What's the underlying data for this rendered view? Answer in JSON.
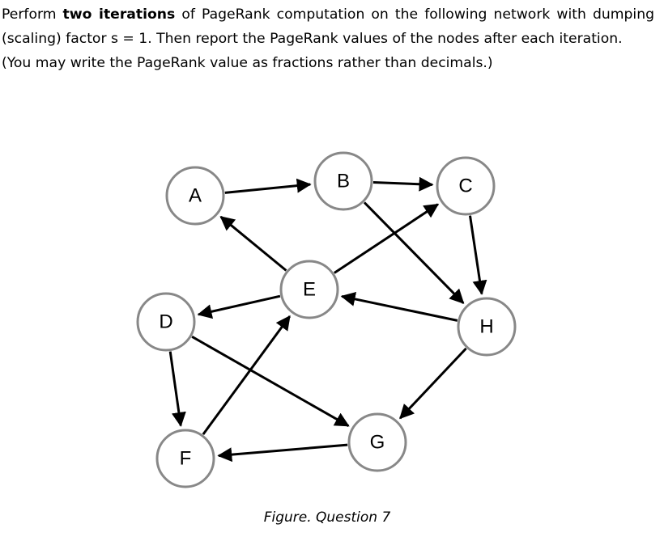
{
  "question": {
    "line1_pre": "Perform ",
    "line1_bold": "two iterations",
    "line1_post": " of PageRank computation on the following network with dumping (scaling) factor s = 1. Then report the PageRank values of the nodes after each iteration.",
    "line2": "(You may write the PageRank value as fractions rather than decimals.)"
  },
  "graph": {
    "nodes": [
      {
        "id": "A",
        "label": "A"
      },
      {
        "id": "B",
        "label": "B"
      },
      {
        "id": "C",
        "label": "C"
      },
      {
        "id": "D",
        "label": "D"
      },
      {
        "id": "E",
        "label": "E"
      },
      {
        "id": "F",
        "label": "F"
      },
      {
        "id": "G",
        "label": "G"
      },
      {
        "id": "H",
        "label": "H"
      }
    ],
    "edges": [
      {
        "from": "A",
        "to": "B"
      },
      {
        "from": "B",
        "to": "C"
      },
      {
        "from": "B",
        "to": "H"
      },
      {
        "from": "C",
        "to": "H"
      },
      {
        "from": "E",
        "to": "A"
      },
      {
        "from": "E",
        "to": "C"
      },
      {
        "from": "E",
        "to": "D"
      },
      {
        "from": "H",
        "to": "E"
      },
      {
        "from": "H",
        "to": "G"
      },
      {
        "from": "D",
        "to": "F"
      },
      {
        "from": "D",
        "to": "G"
      },
      {
        "from": "F",
        "to": "E"
      },
      {
        "from": "G",
        "to": "F"
      }
    ]
  },
  "caption": "Figure. Question 7"
}
